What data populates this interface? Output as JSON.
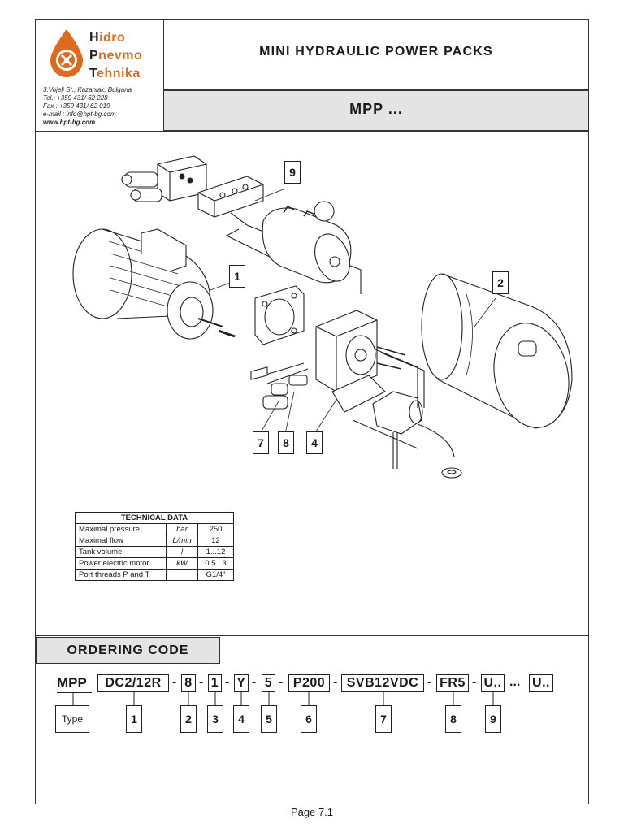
{
  "company": {
    "logo_lines": [
      {
        "first": "H",
        "rest": "idro"
      },
      {
        "first": "P",
        "rest": "nevmo"
      },
      {
        "first": "T",
        "rest": "ehnika"
      }
    ],
    "address": "3.Vojeli St., Kazanlak, Bulgaria",
    "tel": "Tel.:  +359 431/ 62 228",
    "fax": "Fax : +359 431/ 62 019",
    "email": "e-mail : info@hpt-bg.com",
    "web": "www.hpt-bg.com"
  },
  "header": {
    "title": "MINI  HYDRAULIC  POWER  PACKS",
    "model": "MPP  ..."
  },
  "callouts": [
    "9",
    "1",
    "2",
    "7",
    "8",
    "4"
  ],
  "tech": {
    "title": "TECHNICAL  DATA",
    "rows": [
      {
        "param": "Maximal pressure",
        "unit": "bar",
        "value": "250"
      },
      {
        "param": "Maximal flow",
        "unit": "L/min",
        "value": "12"
      },
      {
        "param": "Tank volume",
        "unit": "l",
        "value": "1...12"
      },
      {
        "param": "Power electric motor",
        "unit": "kW",
        "value": "0.5...3"
      },
      {
        "param": "Port threads P and T",
        "unit": "",
        "value": "G1/4\""
      }
    ]
  },
  "ordering": {
    "title": "ORDERING  CODE",
    "prefix": "MPP",
    "codes": [
      "DC2/12R",
      "8",
      "1",
      "Y",
      "5",
      "P200",
      "SVB12VDC",
      "FR5",
      "U..",
      "U.."
    ],
    "ellipsis": "...",
    "dash": "-",
    "indices": [
      "Type",
      "1",
      "2",
      "3",
      "4",
      "5",
      "6",
      "7",
      "8",
      "9"
    ]
  },
  "page": "Page 7.1",
  "colors": {
    "logo_orange": "#e06a1b",
    "panel_gray": "#e4e4e4"
  }
}
